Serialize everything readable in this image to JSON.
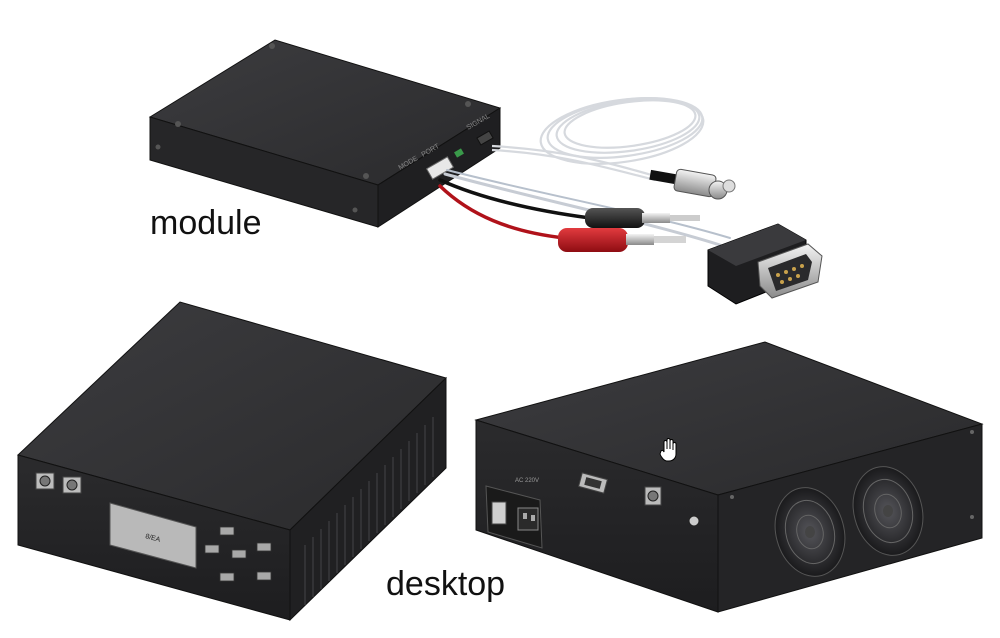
{
  "captions": {
    "module": "module",
    "desktop": "desktop"
  },
  "module_labels": [
    "MODE",
    "PORT",
    "SIGNAL"
  ],
  "front_panel": {
    "lcd_text": "8/EA"
  },
  "rear_panel": {
    "power_label": "AC 220V"
  },
  "colors": {
    "enclosure_dark": "#2d2d2f",
    "enclosure_top": "#3a3a3c",
    "cable_red": "#c0141c",
    "cable_black": "#1a1a1a",
    "fiber_white": "#e8eaee",
    "lcd": "#b9b9b9"
  },
  "icons": [
    "hand-cursor-icon",
    "fan-icon",
    "db9-connector-icon",
    "banana-plug-icon",
    "fiber-connector-icon"
  ]
}
